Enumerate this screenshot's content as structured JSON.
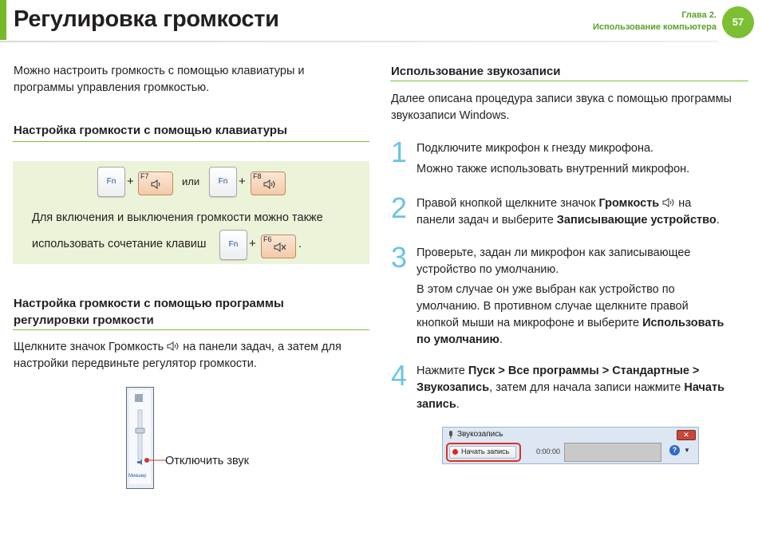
{
  "header": {
    "title": "Регулировка громкости",
    "chapter": "Глава 2.",
    "chapter_name": "Использование компьютера",
    "page_number": "57"
  },
  "left": {
    "intro_1": "Можно настроить громкость с помощью клавиатуры и",
    "intro_2": "программы управления громкостью.",
    "section1_heading": "Настройка громкости с помощью клавиатуры",
    "keys": {
      "fn": "Fn",
      "f7": "F7",
      "f8": "F8",
      "f6": "F6",
      "plus": "+",
      "or": "или",
      "period": "."
    },
    "box_text_1": "Для включения и выключения громкости можно также",
    "box_text_2": "использовать сочетание клавиш",
    "section2_heading_1": "Настройка громкости с помощью программы",
    "section2_heading_2": "регулировки громкости",
    "sec2_text_1a": "Щелкните значок Громкость",
    "sec2_text_1b": "на панели задач, а затем для",
    "sec2_text_2": "настройки передвиньте регулятор громкости.",
    "mute_label": "Отключить звук",
    "mixer_label": "Микшер"
  },
  "right": {
    "heading": "Использование звукозаписи",
    "intro_1": "Далее описана процедура записи звука с помощью программы",
    "intro_2": "звукозаписи Windows.",
    "steps": [
      {
        "num": "1",
        "l1": "Подключите микрофон к гнезду микрофона.",
        "l2": "Можно также использовать внутренний микрофон."
      },
      {
        "num": "2",
        "a": "Правой кнопкой щелкните значок ",
        "b": "Громкость",
        "c": " на",
        "d": "панели задач и выберите ",
        "e": "Записывающие устройство",
        "f": "."
      },
      {
        "num": "3",
        "l1": "Проверьте, задан ли микрофон как записывающее",
        "l2": "устройство по умолчанию.",
        "l3": "В этом случае он уже выбран как устройство по",
        "l4": "умолчанию. В противном случае щелкните правой",
        "l5a": "кнопкой мыши на микрофоне и выберите ",
        "l5b": "Использовать",
        "l6a": "по умолчанию",
        "l6b": "."
      },
      {
        "num": "4",
        "a": "Нажмите ",
        "b": "Пуск > Все программы > Стандартные >",
        "c": "Звукозапись",
        "d": ", затем для начала записи нажмите ",
        "e": "Начать",
        "f": "запись",
        "g": "."
      }
    ],
    "recorder": {
      "title": "Звукозапись",
      "start_button": "Начать запись",
      "time": "0:00:00"
    }
  },
  "colors": {
    "accent_green": "#7cbf33",
    "box_green": "#ebf3d9",
    "step_number_blue": "#6bc3e5",
    "highlight_red": "#d7332a"
  }
}
